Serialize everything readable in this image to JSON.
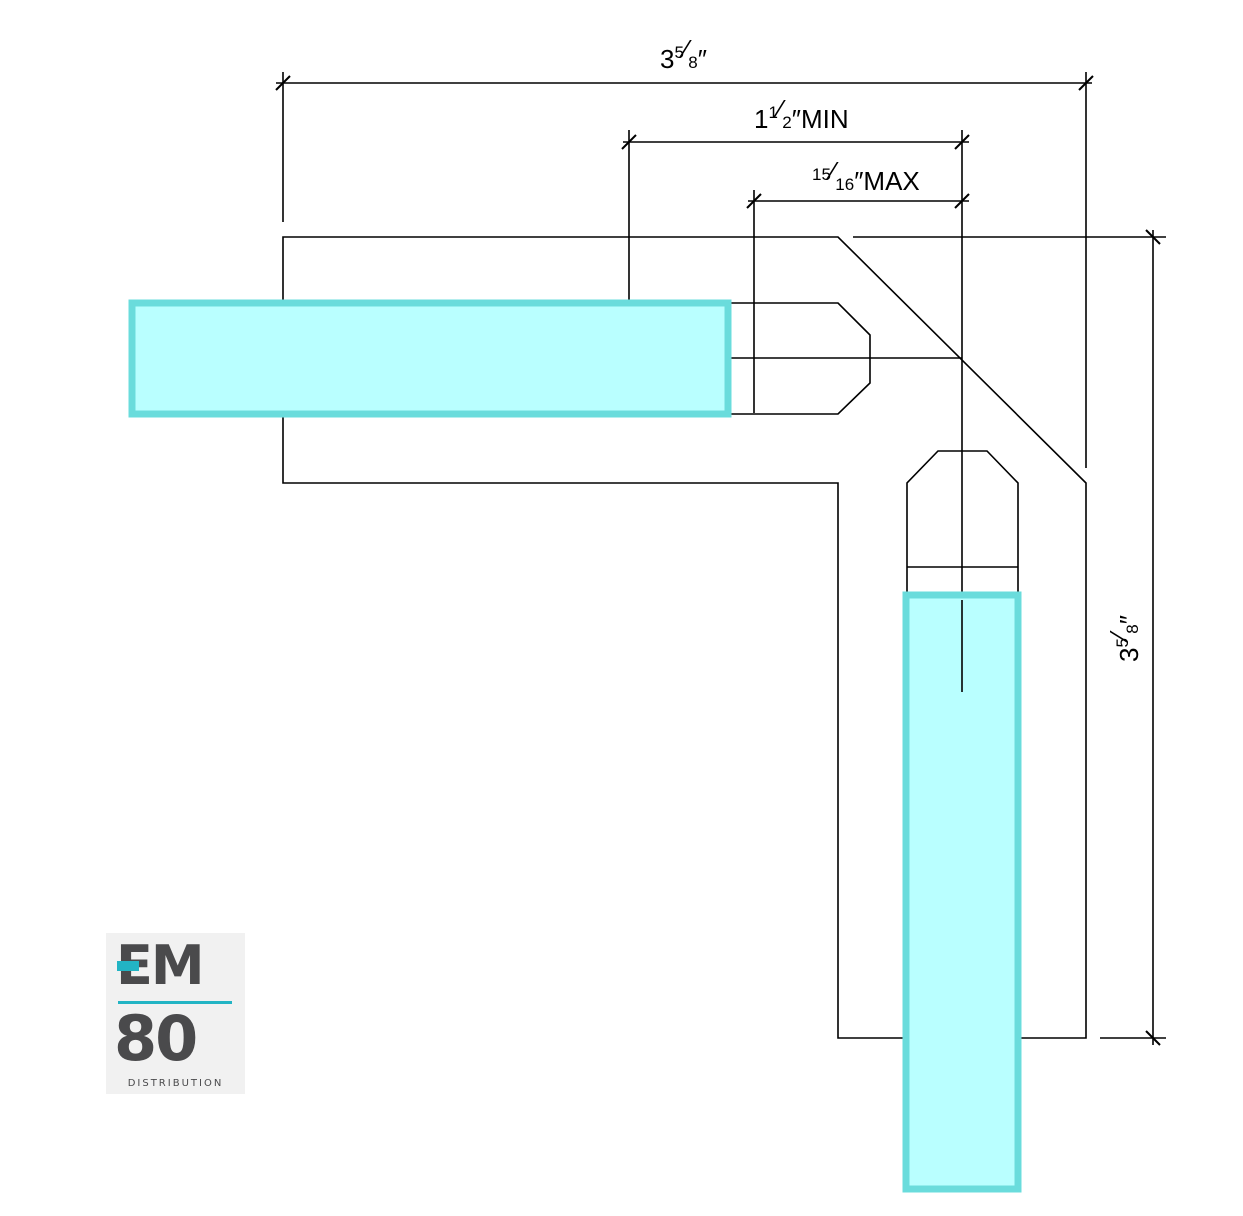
{
  "dimensions": {
    "overall_width": {
      "whole": "3",
      "num": "5",
      "den": "8",
      "unit": "″"
    },
    "bite_min": {
      "whole": "1",
      "num": "1",
      "den": "2",
      "unit": "″",
      "suffix": "MIN"
    },
    "slot_max": {
      "num": "15",
      "den": "16",
      "unit": "″",
      "suffix": "MAX"
    },
    "overall_height": {
      "whole": "3",
      "num": "5",
      "den": "8",
      "unit": "″"
    }
  },
  "colors": {
    "glass_fill": "#b9ffff",
    "glass_edge": "#6adcdc",
    "logo_accent": "#22b4c4",
    "logo_text": "#4a4a4c"
  },
  "logo": {
    "line1": "EM",
    "line2": "80",
    "tagline": "DISTRIBUTION"
  }
}
